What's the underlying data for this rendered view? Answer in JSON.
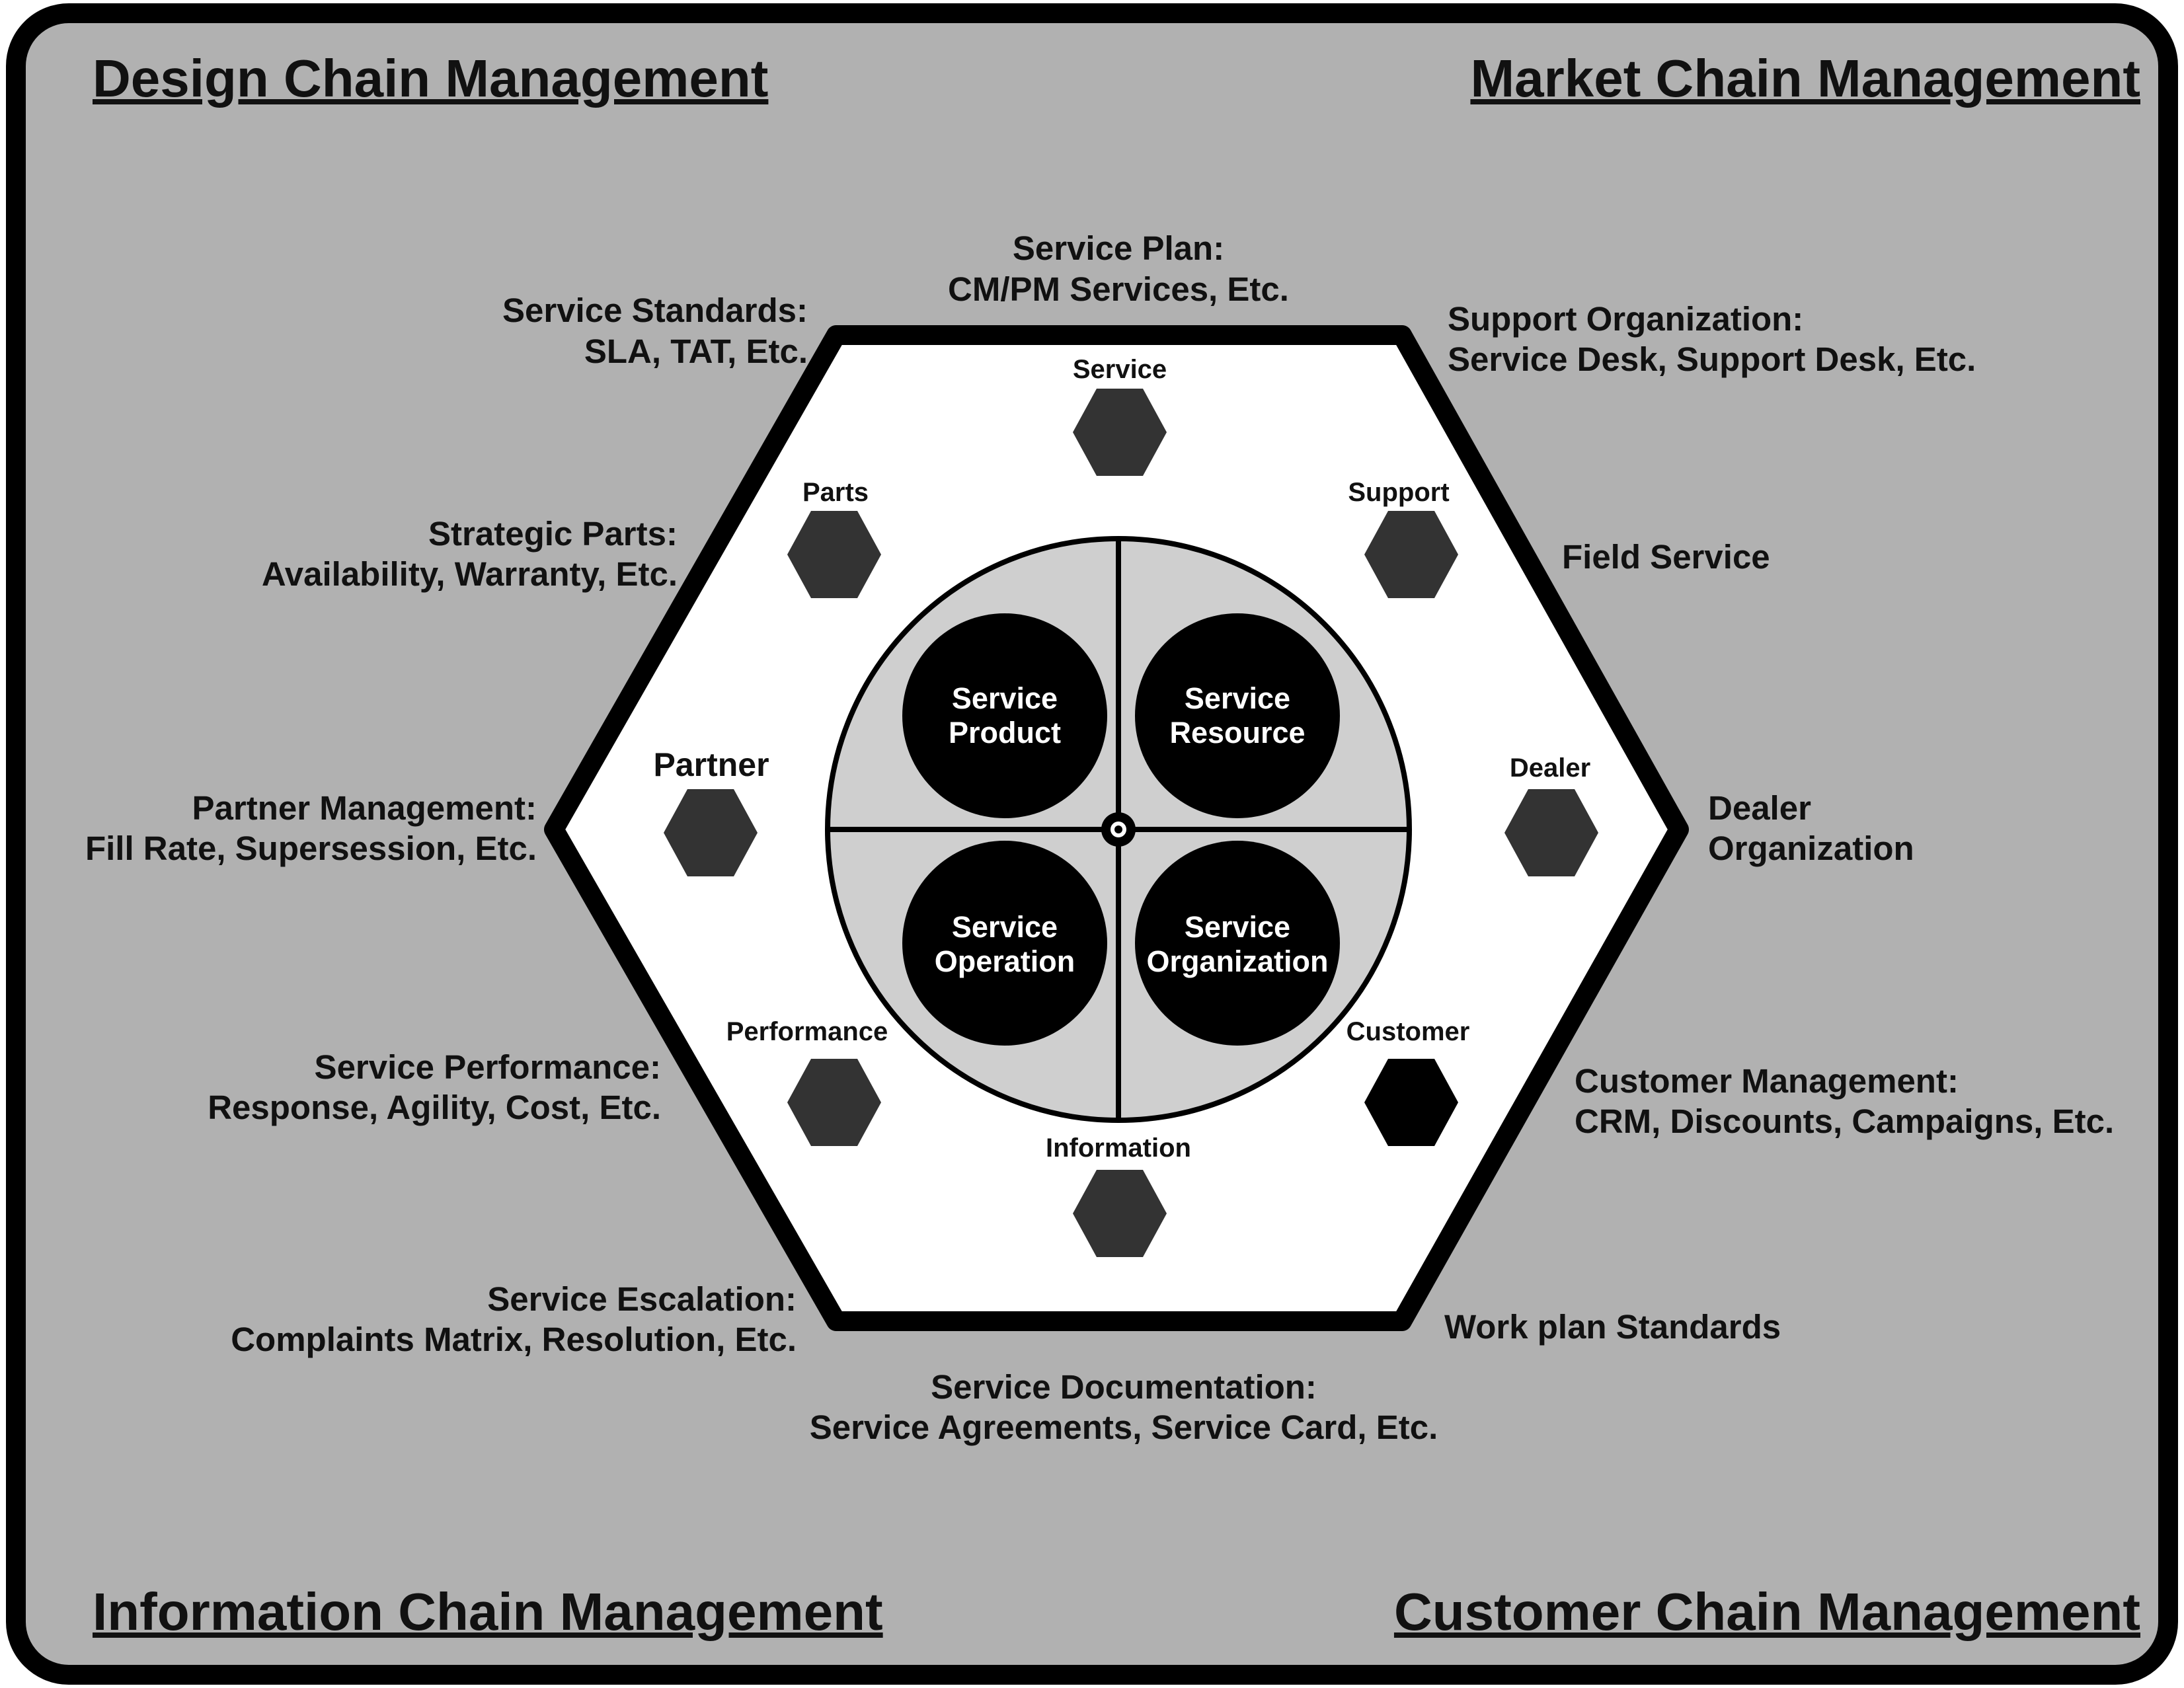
{
  "colors": {
    "background": "#b1b1b1",
    "frame": "#000000",
    "hexagon_fill": "#ffffff",
    "inner_disc": "#cfcfcf",
    "node_hex": "#333333",
    "node_hex_customer": "#000000",
    "core_circle": "#000000"
  },
  "corners": {
    "top_left": "Design Chain Management",
    "top_right": "Market Chain Management",
    "bottom_left": "Information Chain Management",
    "bottom_right": "Customer Chain Management"
  },
  "outer_labels": {
    "service_plan": [
      "Service Plan:",
      "CM/PM Services, Etc."
    ],
    "service_standards": [
      "Service Standards:",
      "SLA, TAT, Etc."
    ],
    "support_organization": [
      "Support Organization:",
      "Service Desk, Support Desk, Etc."
    ],
    "strategic_parts": [
      "Strategic Parts:",
      "Availability, Warranty, Etc."
    ],
    "field_service": [
      "Field Service"
    ],
    "partner_management": [
      "Partner Management:",
      "Fill Rate, Supersession, Etc."
    ],
    "dealer_organization": [
      "Dealer",
      "Organization"
    ],
    "service_performance": [
      "Service Performance:",
      "Response, Agility, Cost, Etc."
    ],
    "customer_management": [
      "Customer Management:",
      "CRM, Discounts, Campaigns, Etc."
    ],
    "service_escalation": [
      "Service Escalation:",
      "Complaints Matrix, Resolution, Etc."
    ],
    "work_plan_standards": [
      "Work plan Standards"
    ],
    "service_documentation": [
      "Service Documentation:",
      "Service Agreements, Service Card, Etc."
    ]
  },
  "nodes": {
    "service": "Service",
    "parts": "Parts",
    "support": "Support",
    "partner": "Partner",
    "dealer": "Dealer",
    "performance": "Performance",
    "customer": "Customer",
    "information": "Information"
  },
  "core": {
    "product": [
      "Service",
      "Product"
    ],
    "resource": [
      "Service",
      "Resource"
    ],
    "operation": [
      "Service",
      "Operation"
    ],
    "organization": [
      "Service",
      "Organization"
    ]
  }
}
